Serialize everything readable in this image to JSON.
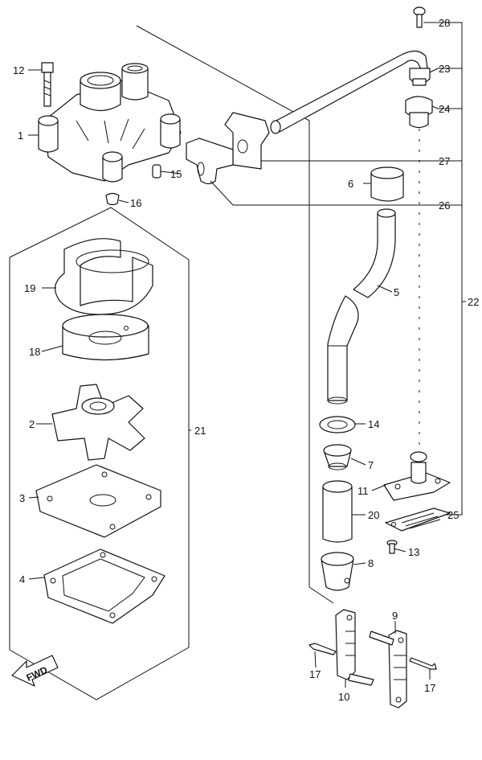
{
  "diagram": {
    "labels": {
      "p1": "1",
      "p2": "2",
      "p3": "3",
      "p4": "4",
      "p5": "5",
      "p6": "6",
      "p7": "7",
      "p8": "8",
      "p9": "9",
      "p10": "10",
      "p11": "11",
      "p12": "12",
      "p13": "13",
      "p14": "14",
      "p15": "15",
      "p16": "16",
      "p17a": "17",
      "p17b": "17",
      "p18": "18",
      "p19": "19",
      "p20": "20",
      "p21": "21",
      "p22": "22",
      "p23": "23",
      "p24": "24",
      "p25": "25",
      "p26": "26",
      "p27": "27",
      "p28": "28"
    },
    "fwd_label": "FWD"
  }
}
